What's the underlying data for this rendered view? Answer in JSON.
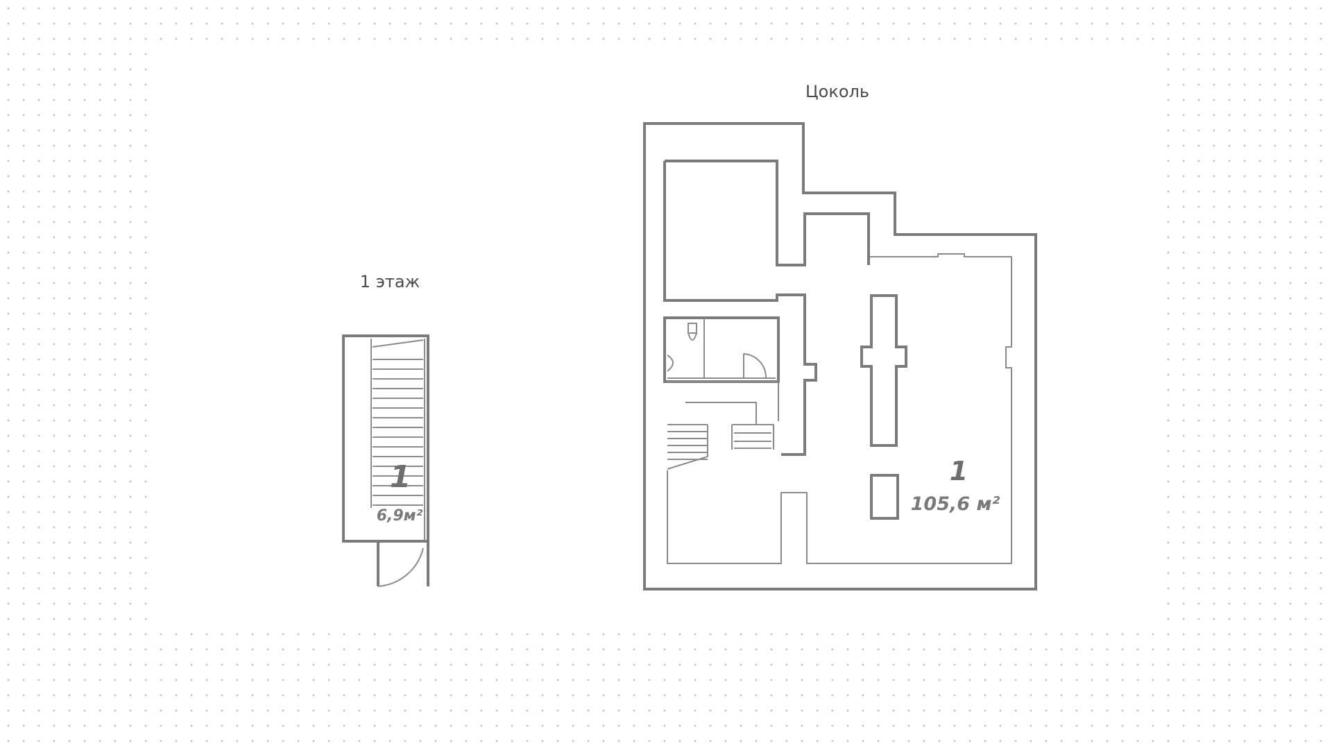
{
  "floors": [
    {
      "title": "1 этаж",
      "rooms": [
        {
          "number": "1",
          "area": "6,9м²"
        }
      ]
    },
    {
      "title": "Цоколь",
      "rooms": [
        {
          "number": "1",
          "area": "105,6 м²"
        }
      ]
    }
  ],
  "colors": {
    "wall": "#7a7a7a",
    "dot_grid": "#c4c4c4",
    "label_text": "#4a4a4a"
  }
}
